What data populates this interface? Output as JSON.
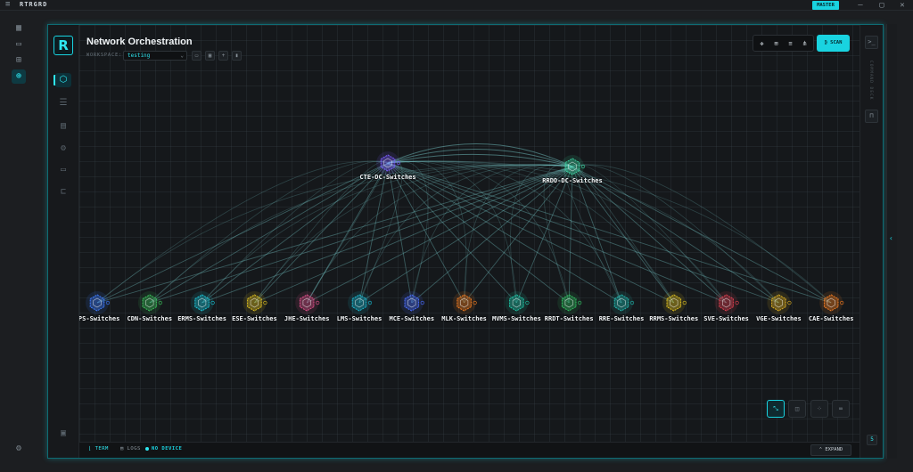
{
  "app": {
    "title": "RTRGRD",
    "badge": "MASTER"
  },
  "titlebar": {
    "menu_icon": "hamburger-icon",
    "minimize": "—",
    "maximize": "▢",
    "close": "✕"
  },
  "left_rail": {
    "icons": [
      "grid-icon",
      "monitor-icon",
      "apps-icon",
      "globe-icon"
    ],
    "settings_icon": "gear-icon"
  },
  "header": {
    "title": "Network Orchestration",
    "workspace_label": "WORKSPACE:",
    "workspace_value": "testing",
    "scan_label": "⟫ SCAN"
  },
  "sidebar": {
    "logo": "R",
    "icons": [
      "network-icon",
      "database-icon",
      "file-icon",
      "settings-icon",
      "terminal-icon",
      "topology-icon",
      "folder-icon"
    ]
  },
  "graph": {
    "hubs": [
      {
        "label": "CTE-DC-Switches",
        "color": "#7a5cff"
      },
      {
        "label": "RRDO-DC-Switches",
        "color": "#3ad29f"
      }
    ],
    "nodes": [
      {
        "label": "SPS-Switches",
        "color": "#3d7bff"
      },
      {
        "label": "CDN-Switches",
        "color": "#3ac05a"
      },
      {
        "label": "ERMS-Switches",
        "color": "#19c6d9"
      },
      {
        "label": "ESE-Switches",
        "color": "#e0c020"
      },
      {
        "label": "JHE-Switches",
        "color": "#e0508a"
      },
      {
        "label": "LMS-Switches",
        "color": "#19b8d0"
      },
      {
        "label": "MCE-Switches",
        "color": "#4a6cff"
      },
      {
        "label": "MLK-Switches",
        "color": "#f07a20"
      },
      {
        "label": "MVMS-Switches",
        "color": "#20c7a8"
      },
      {
        "label": "RRDT-Switches",
        "color": "#30c060"
      },
      {
        "label": "RRE-Switches",
        "color": "#20b8b0"
      },
      {
        "label": "RRMS-Switches",
        "color": "#e0c020"
      },
      {
        "label": "SVE-Switches",
        "color": "#e04050"
      },
      {
        "label": "VGE-Switches",
        "color": "#e0b020"
      },
      {
        "label": "CAE-Switches",
        "color": "#f07a20"
      }
    ]
  },
  "view_controls": [
    "link-icon",
    "cluster-icon",
    "focus-icon",
    "infinity-icon"
  ],
  "bottombar": {
    "term": "TERM",
    "logs": "LOGS",
    "status": "NO DEVICE",
    "expand": "EXPAND"
  },
  "right_panel": {
    "vertical_label": "COMMAND DECK",
    "count": "5"
  },
  "colors": {
    "accent": "#19d3e0",
    "edge": "#7fd8d8"
  }
}
